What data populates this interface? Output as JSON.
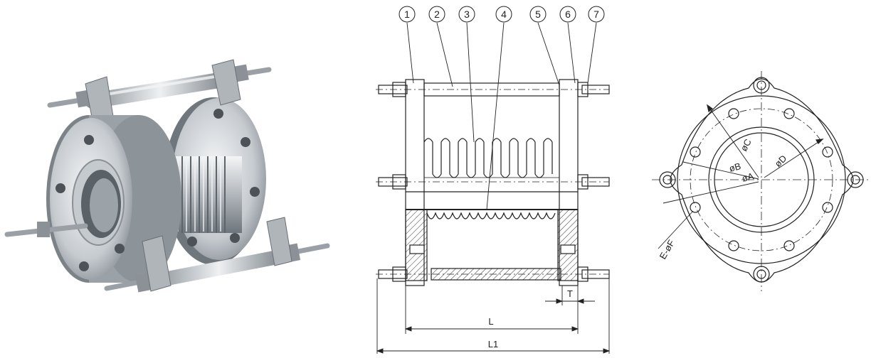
{
  "callouts": [
    "1",
    "2",
    "3",
    "4",
    "5",
    "6",
    "7"
  ],
  "dimensions": {
    "length": "L",
    "overall_length": "L1",
    "flange_thickness": "T"
  },
  "flange_labels": {
    "a": "øA",
    "b": "øB",
    "c": "øC",
    "d": "øD",
    "holes": "E-øF"
  },
  "colors": {
    "line": "#222222",
    "steel_light": "#e6e8ea",
    "steel_dark": "#7d848b"
  }
}
